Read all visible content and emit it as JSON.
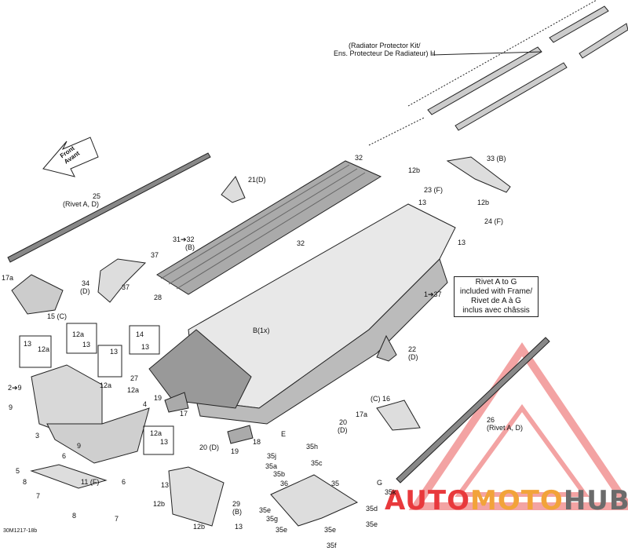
{
  "figure_code": "30M1217-18b",
  "watermark": {
    "part1": "AUTO",
    "part2": "MOTO",
    "part3": "HUB"
  },
  "front_arrow": {
    "line1": "Front",
    "line2": "Avant"
  },
  "radiator_kit": {
    "line1": "(Radiator Protector Kit/",
    "line2": "Ens. Protecteur De Radiateur)  H"
  },
  "rivet_box": {
    "line1": "Rivet A to G",
    "line2": "included with Frame/",
    "line3": "Rivet de A à G",
    "line4": "inclus avec châssis"
  },
  "labels": {
    "l25": "25",
    "l25b": "(Rivet A, D)",
    "l32a": "32",
    "l32b": "32",
    "l31": "31➔32",
    "l31b": "(B)",
    "l21": "21(D)",
    "l12b1": "12b",
    "l23": "23 (F)",
    "l13a": "13",
    "l33": "33 (B)",
    "l12b2": "12b",
    "l24": "24 (F)",
    "l13b": "13",
    "l37a": "37",
    "l37b": "37",
    "l34": "34",
    "l34b": "(D)",
    "l28": "28",
    "l17a": "17a",
    "l15": "15 (C)",
    "l1": "1➔37",
    "l13c": "13",
    "l12a1": "12a",
    "l12a2": "12a",
    "l13d": "13",
    "l13e": "13",
    "l12a3": "12a",
    "l14": "14",
    "l13f": "13",
    "lB": "B(1x)",
    "l22": "22",
    "l22b": "(D)",
    "l2": "2➔9",
    "l9a": "9",
    "l12a4": "12a",
    "l27": "27",
    "l4": "4",
    "l19a": "19",
    "l17": "17",
    "l3": "3",
    "l9b": "9",
    "l6a": "6",
    "l12a5": "12a",
    "l13g": "13",
    "l20a": "20 (D)",
    "l19b": "19",
    "l18": "18",
    "l20b": "20",
    "l20c": "(D)",
    "lE": "E",
    "l16": "(C) 16",
    "l17b": "17a",
    "l26": "26",
    "l26b": "(Rivet A, D)",
    "l5": "5",
    "l8a": "8",
    "l7a": "7",
    "l11": "11 (F)",
    "l6b": "6",
    "l13h": "13",
    "l12b3": "12b",
    "l29": "29",
    "l29b": "(B)",
    "l12b4": "12b",
    "l13i": "13",
    "l35h": "35h",
    "l35j": "35j",
    "l35a": "35a",
    "l35c": "35c",
    "l35b": "35b",
    "l35": "35",
    "lG": "G",
    "l35k": "35k",
    "l36": "36",
    "l35e1": "35e",
    "l35g": "35g",
    "l35d": "35d",
    "l35e2": "35e",
    "l35e3": "35e",
    "l35e4": "35e",
    "l35f": "35f",
    "l8b": "8",
    "l7b": "7"
  },
  "colors": {
    "line": "#222222",
    "watermark_red": "#e8393c",
    "watermark_orange": "#f2a33a",
    "watermark_gray": "#6b6b6b",
    "triangle": "#f3a3a3"
  }
}
